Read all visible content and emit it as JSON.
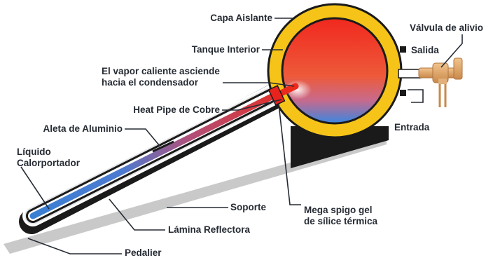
{
  "labels": {
    "insulation_layer": "Capa Aislante",
    "relief_valve": "Válvula de alivio",
    "inner_tank": "Tanque Interior",
    "outlet": "Salida",
    "vapor_line1": "El vapor caliente asciende",
    "vapor_line2": "hacia el condensador",
    "heat_pipe": "Heat Pipe de Cobre",
    "inlet": "Entrada",
    "aluminum_fin": "Aleta de Aluminio",
    "fluid_line1": "Líquido",
    "fluid_line2": "Calorportador",
    "support": "Soporte",
    "seal_line1": "Mega spigo gel",
    "seal_line2": "de sílice térmica",
    "reflector": "Lámina Reflectora",
    "pedestal": "Pedalier"
  },
  "colors": {
    "insulation": "#f6c418",
    "tank_hot": "#ef2a20",
    "tank_cold": "#3f86d8",
    "pipe_hot": "#e8221c",
    "pipe_cold": "#3a7fd2",
    "frame": "#1a1a1a",
    "support": "#c9c9c9",
    "valve": "#d9a36b",
    "text": "#262b33"
  }
}
